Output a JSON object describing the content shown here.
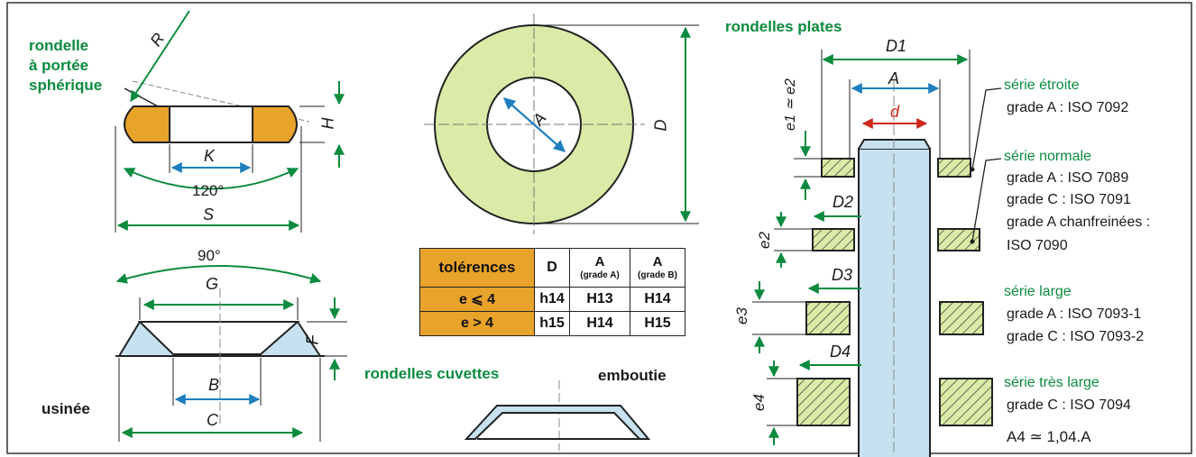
{
  "left": {
    "spherical_title": [
      "rondelle",
      "à portée",
      "sphérique"
    ],
    "dims_top": {
      "R": "R",
      "H": "H",
      "K": "K",
      "angle": "120°",
      "S": "S"
    },
    "machined_title": "usinée",
    "dims_bottom": {
      "angle": "90°",
      "G": "G",
      "F": "F",
      "B": "B",
      "C": "C"
    }
  },
  "center": {
    "flat_labels": {
      "A": "A",
      "D": "D"
    },
    "table": {
      "header": {
        "label": "tolérences",
        "col_d": "D",
        "col_a1": "A",
        "col_a1_sub": "(grade A)",
        "col_a2": "A",
        "col_a2_sub": "(grade B)"
      },
      "rows": [
        {
          "label": "e ⩽ 4",
          "d": "h14",
          "a1": "H13",
          "a2": "H14"
        },
        {
          "label": "e > 4",
          "d": "h15",
          "a1": "H14",
          "a2": "H15"
        }
      ]
    },
    "cup_title": "rondelles cuvettes",
    "stamped_title": "emboutie"
  },
  "right": {
    "title": "rondelles plates",
    "dims": {
      "D1": "D1",
      "A": "A",
      "d": "d",
      "e12": "e1 ≃ e2",
      "D2": "D2",
      "D3": "D3",
      "D4": "D4",
      "e2": "e2",
      "e3": "e3",
      "e4": "e4"
    },
    "series": [
      {
        "name": "série étroite",
        "lines": [
          "grade A : ISO 7092"
        ]
      },
      {
        "name": "série normale",
        "lines": [
          "grade A : ISO 7089",
          "grade C : ISO 7091",
          "grade A chanfreinées :",
          "ISO 7090"
        ]
      },
      {
        "name": "série large",
        "lines": [
          "grade A : ISO 7093-1",
          "grade C : ISO 7093-2"
        ]
      },
      {
        "name": "série très large",
        "lines": [
          "grade C : ISO 7094"
        ]
      }
    ],
    "note": "A4 ≃ 1,04.A"
  },
  "colors": {
    "green": "#0b8b3e",
    "blue": "#1e7fc0",
    "red": "#d0281c",
    "orange": "#e8a32a",
    "light_green": "#d9eba6",
    "light_blue": "#c6e2f0"
  },
  "icons": [
    "hatch-pattern"
  ]
}
